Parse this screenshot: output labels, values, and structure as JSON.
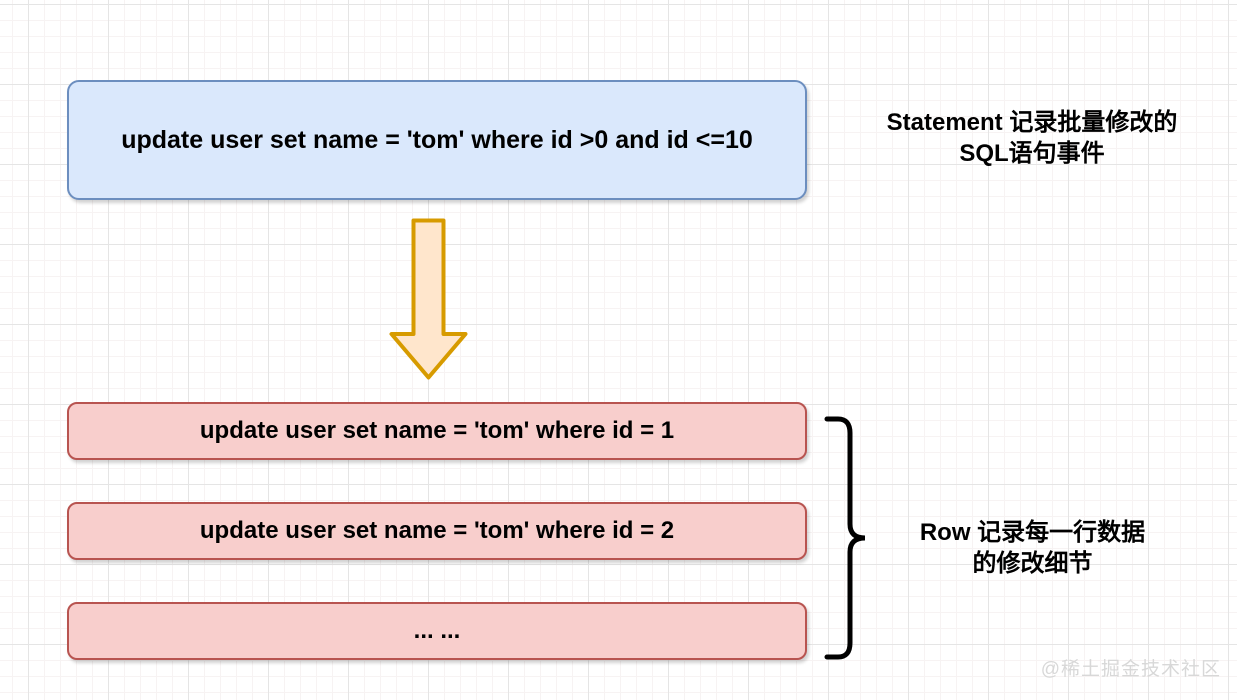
{
  "colors": {
    "blue_fill": "#dae8fc",
    "blue_border": "#6c8ebf",
    "pink_fill": "#f8cecc",
    "pink_border": "#b85450",
    "arrow_fill": "#ffe6cc",
    "arrow_border": "#d79b00",
    "text": "#000000",
    "watermark": "#d8d8d8",
    "grid_major": "#e5e5e5",
    "grid_minor": "#f7f3f3"
  },
  "statement_box": {
    "sql": "update user set name = 'tom' where id >0 and id <=10"
  },
  "statement_label": {
    "line1": "Statement 记录批量修改的",
    "line2": "SQL语句事件"
  },
  "row_boxes": [
    {
      "sql": "update user set name = 'tom' where id = 1"
    },
    {
      "sql": "update user set name = 'tom' where id = 2"
    },
    {
      "sql": "... ..."
    }
  ],
  "row_label": {
    "line1": "Row 记录每一行数据",
    "line2": "的修改细节"
  },
  "icons": {
    "down_arrow": "down-arrow-icon",
    "brace": "right-curly-brace-icon"
  },
  "watermark": "@稀土掘金技术社区"
}
